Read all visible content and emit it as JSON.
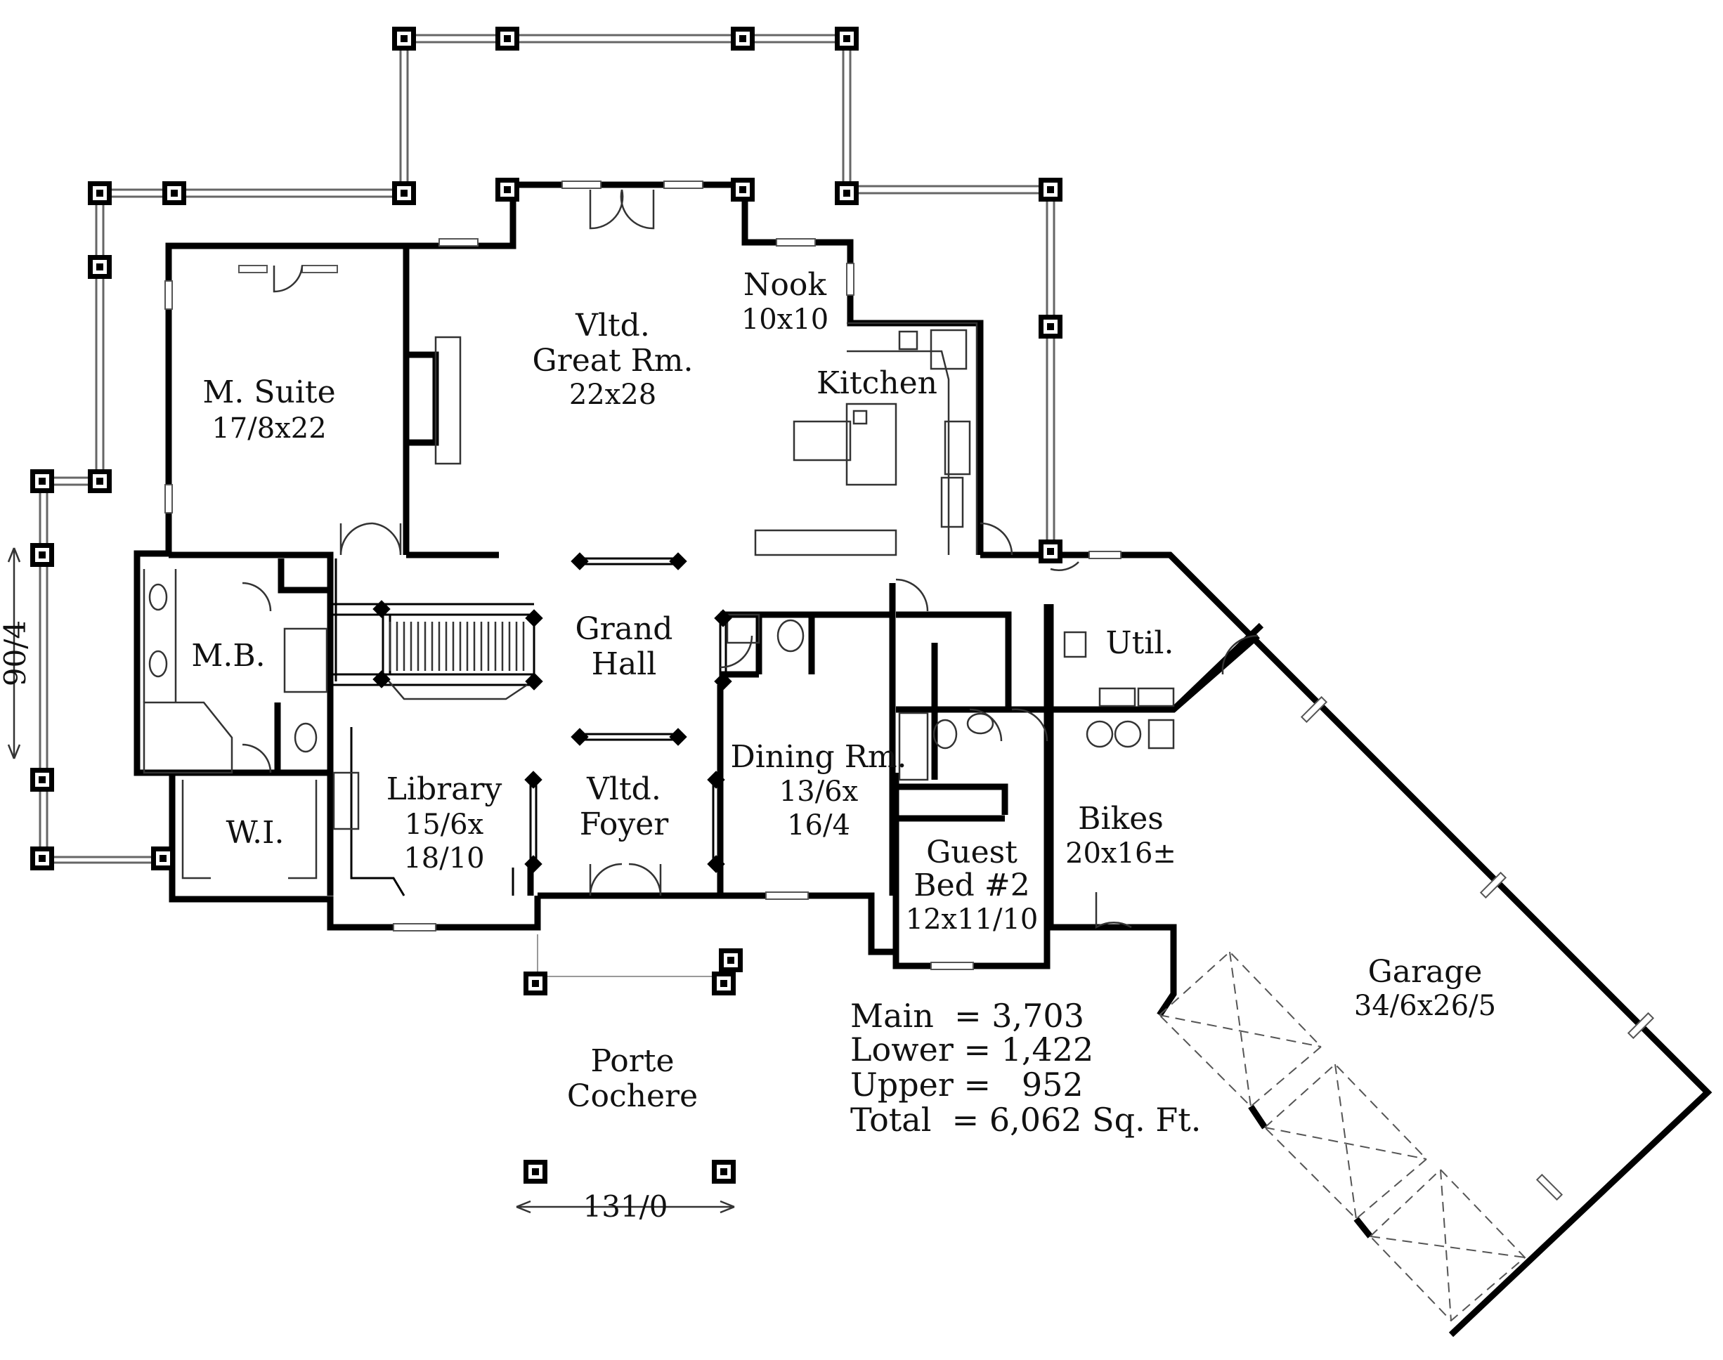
{
  "rooms": {
    "master_suite": {
      "name": "M. Suite",
      "size": "17/8x22"
    },
    "great_room": {
      "name_line1": "Vltd.",
      "name_line2": "Great Rm.",
      "size": "22x28"
    },
    "nook": {
      "name": "Nook",
      "size": "10x10"
    },
    "kitchen": {
      "name": "Kitchen"
    },
    "grand_hall": {
      "name_line1": "Grand",
      "name_line2": "Hall"
    },
    "master_bath": {
      "name": "M.B."
    },
    "walk_in": {
      "name": "W.I."
    },
    "library": {
      "name": "Library",
      "size_line1": "15/6x",
      "size_line2": "18/10"
    },
    "foyer": {
      "name_line1": "Vltd.",
      "name_line2": "Foyer"
    },
    "dining": {
      "name": "Dining Rm.",
      "size_line1": "13/6x",
      "size_line2": "16/4"
    },
    "utility": {
      "name": "Util."
    },
    "bikes": {
      "name": "Bikes",
      "size": "20x16±"
    },
    "guest_bed": {
      "name_line1": "Guest",
      "name_line2": "Bed #2",
      "size": "12x11/10"
    },
    "garage": {
      "name": "Garage",
      "size": "34/6x26/5"
    },
    "porte_cochere": {
      "name_line1": "Porte",
      "name_line2": "Cochere"
    }
  },
  "square_footage": {
    "main": "Main  = 3,703",
    "lower": "Lower = 1,422",
    "upper": "Upper =   952",
    "total": "Total  = 6,062 Sq. Ft."
  },
  "overall_dimensions": {
    "width": "131/0",
    "depth": "90/4"
  }
}
